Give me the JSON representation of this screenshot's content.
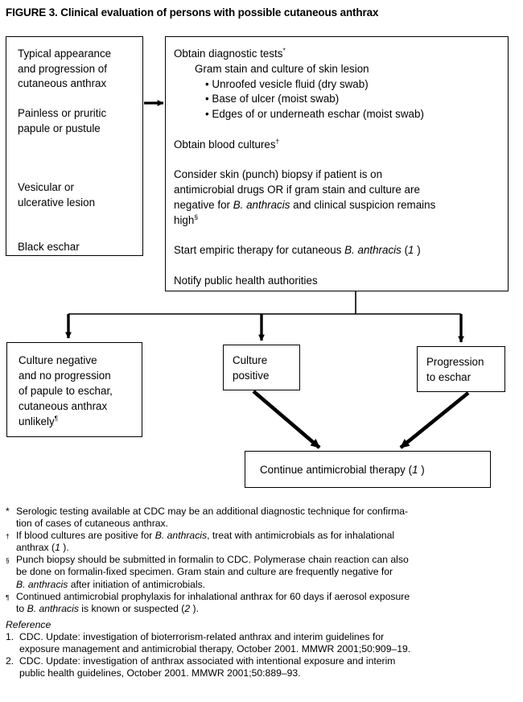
{
  "figure": {
    "title": "FIGURE 3. Clinical evaluation of persons with possible cutaneous anthrax"
  },
  "boxes": {
    "appearance": {
      "name": "typical-appearance-box",
      "line1": "Typical appearance",
      "line2": "and progression of",
      "line3": "cutaneous anthrax",
      "line4": "Painless or pruritic",
      "line5": "papule or pustule",
      "line6": "Vesicular or",
      "line7": "ulcerative lesion",
      "line8": "Black eschar"
    },
    "diagnostic": {
      "name": "obtain-diagnostic-tests-box",
      "heading": "Obtain diagnostic tests",
      "heading_mark": "*",
      "sub_heading": "Gram stain and culture of skin lesion",
      "bullets": [
        "Unroofed vesicle fluid (dry swab)",
        "Base of ulcer (moist swab)",
        "Edges of or underneath eschar (moist swab)"
      ],
      "blood_cultures": "Obtain blood cultures",
      "blood_cultures_mark": "†",
      "biopsy_a": "Consider skin (punch) biopsy if patient is on",
      "biopsy_b": "antimicrobial drugs OR if gram stain and culture are",
      "biopsy_c1": "negative for ",
      "biopsy_c_ital": "B. anthracis",
      "biopsy_c2": " and clinical suspicion remains",
      "biopsy_d": "high",
      "biopsy_d_mark": "§",
      "empiric1": "Start empiric therapy for cutaneous ",
      "empiric_ital": "B. anthracis",
      "empiric2": " (",
      "empiric_num": "1",
      "empiric3": " )",
      "notify": "Notify public health authorities"
    },
    "culture_negative": {
      "name": "culture-negative-box",
      "line1": "Culture negative",
      "line2": "and no progression",
      "line3": "of papule to eschar,",
      "line4": "cutaneous anthrax",
      "line5": "unlikely",
      "mark": "¶"
    },
    "culture_positive": {
      "name": "culture-positive-box",
      "line1": "Culture",
      "line2": "positive"
    },
    "progression": {
      "name": "progression-to-eschar-box",
      "line1": "Progression",
      "line2": "to eschar"
    },
    "continue": {
      "name": "continue-therapy-box",
      "text1": "Continue antimicrobial therapy (",
      "num": "1",
      "text2": " )"
    }
  },
  "footnotes": [
    {
      "mark": "*",
      "text": "Serologic testing available at CDC may be an additional diagnostic technique for confirma-",
      "text2": "tion of cases of cutaneous anthrax."
    },
    {
      "mark": "†",
      "part1": "If blood cultures are positive for ",
      "ital": "B. anthracis",
      "part2": ", treat with antimicrobials as for inhalational",
      "text2a": "anthrax (",
      "text2_num": "1",
      "text2b": " )."
    },
    {
      "mark": "§",
      "text": "Punch biopsy should be submitted in formalin to CDC. Polymerase chain reaction can also",
      "text2": "be done on formalin-fixed specimen. Gram stain and culture are frequently negative for",
      "text3_ital": "B. anthracis",
      "text3": " after initiation of antimicrobials."
    },
    {
      "mark": "¶",
      "text": "Continued antimicrobial prophylaxis for inhalational anthrax for 60 days if aerosol exposure",
      "text2a": "to ",
      "text2_ital": "B. anthracis",
      "text2b": " is known or suspected (",
      "text2_num": "2",
      "text2c": " )."
    }
  ],
  "reference": {
    "heading": "Reference",
    "items": [
      {
        "num": "1.",
        "line1": "CDC. Update: investigation of bioterrorism-related anthrax and interim guidelines for",
        "line2": "exposure management and antimicrobial therapy, October 2001. MMWR 2001;50:909–19."
      },
      {
        "num": "2.",
        "line1": "CDC. Update: investigation of anthrax associated with intentional exposure and interim",
        "line2": "public health guidelines, October 2001. MMWR 2001;50:889–93."
      }
    ]
  },
  "colors": {
    "ink": "#000000",
    "paper": "#ffffff"
  }
}
